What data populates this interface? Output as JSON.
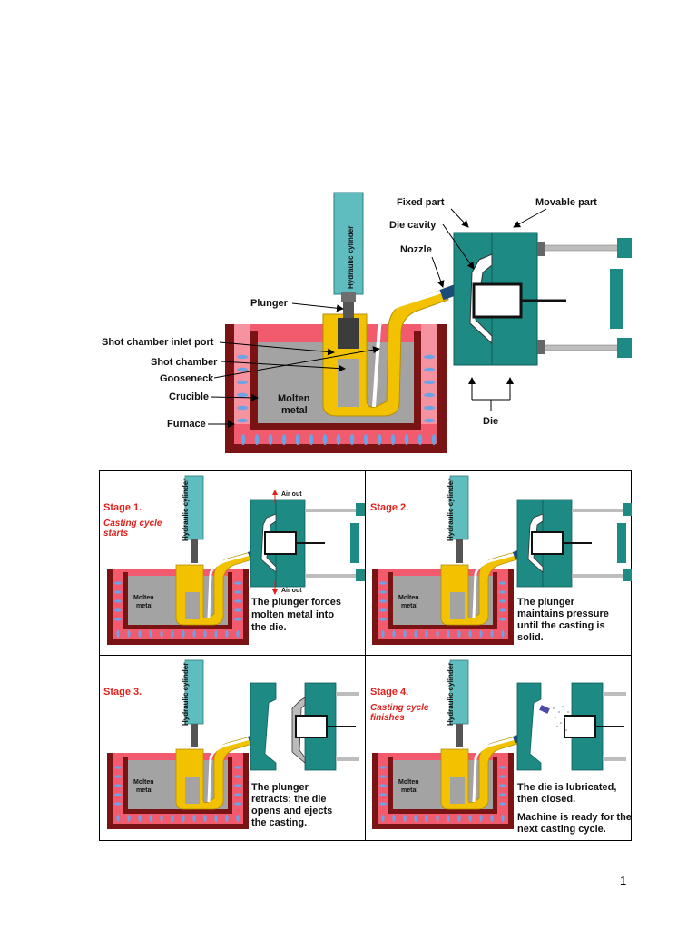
{
  "main_diagram": {
    "labels": {
      "hydraulic_cylinder": "Hydraulic cylinder",
      "fixed_part": "Fixed part",
      "movable_part": "Movable part",
      "die_cavity": "Die cavity",
      "nozzle": "Nozzle",
      "plunger": "Plunger",
      "shot_chamber_inlet_port": "Shot chamber inlet port",
      "shot_chamber": "Shot chamber",
      "gooseneck": "Gooseneck",
      "crucible": "Crucible",
      "furnace": "Furnace",
      "molten_metal_line1": "Molten",
      "molten_metal_line2": "metal",
      "die": "Die"
    }
  },
  "stages": [
    {
      "title": "Stage 1.",
      "subtitle_line1": "Casting cycle",
      "subtitle_line2": "starts",
      "desc_lines": [
        "The plunger forces",
        "molten metal into",
        "the die."
      ],
      "air_out_top": "Air out",
      "air_out_bottom": "Air out"
    },
    {
      "title": "Stage 2.",
      "desc_lines": [
        "The plunger",
        "maintains pressure",
        "until the casting is",
        "solid."
      ]
    },
    {
      "title": "Stage 3.",
      "desc_lines": [
        "The plunger",
        "retracts; the die",
        "opens and ejects",
        "the casting."
      ]
    },
    {
      "title": "Stage 4.",
      "subtitle_line1": "Casting cycle",
      "subtitle_line2": "finishes",
      "desc_lines": [
        "The die is lubricated,",
        "then closed.",
        "",
        "Machine is ready for the",
        "next casting cycle."
      ]
    }
  ],
  "common": {
    "hydraulic_cylinder": "Hydraulic cylinder",
    "molten_line1": "Molten",
    "molten_line2": "metal"
  },
  "page_number": "1",
  "colors": {
    "teal": "#1d8a84",
    "cylinder": "#5fbcbf",
    "gold": "#f2c200",
    "molten": "#9a9a9a",
    "crucible": "#7a1414",
    "furnace": "#f25a6e",
    "arrow_red": "#e0201b"
  }
}
